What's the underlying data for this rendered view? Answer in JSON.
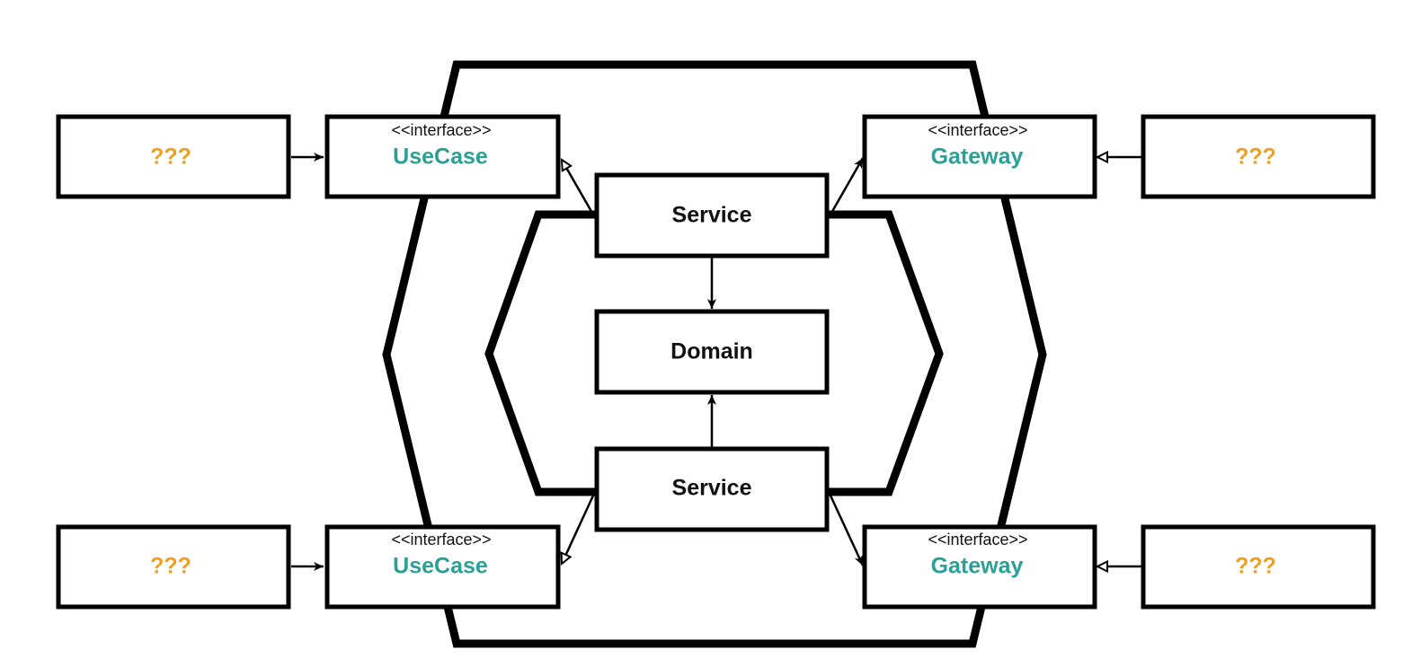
{
  "colors": {
    "accent": "#2aa198",
    "unknown": "#f0a020",
    "stroke": "#000000"
  },
  "core": {
    "service_top": "Service",
    "domain": "Domain",
    "service_bottom": "Service"
  },
  "ports": {
    "usecase_top": {
      "stereotype": "<<interface>>",
      "name": "UseCase"
    },
    "usecase_bottom": {
      "stereotype": "<<interface>>",
      "name": "UseCase"
    },
    "gateway_top": {
      "stereotype": "<<interface>>",
      "name": "Gateway"
    },
    "gateway_bottom": {
      "stereotype": "<<interface>>",
      "name": "Gateway"
    }
  },
  "adapters": {
    "left_top": "???",
    "left_bottom": "???",
    "right_top": "???",
    "right_bottom": "???"
  }
}
